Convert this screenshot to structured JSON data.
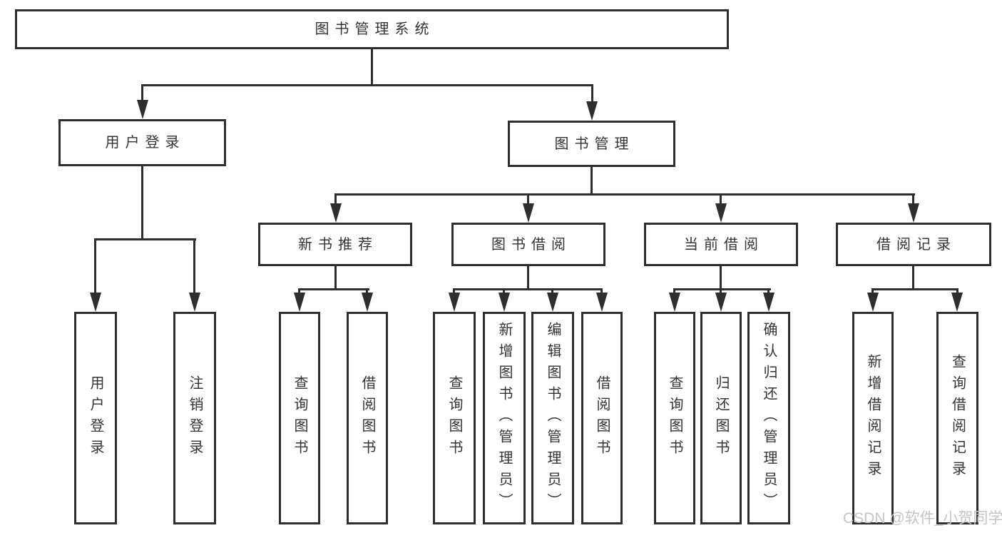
{
  "diagram": {
    "type": "hierarchy-tree",
    "root": {
      "label": "图书管理系统"
    },
    "children": [
      {
        "label": "用户登录",
        "children": [
          {
            "label": "用户登录"
          },
          {
            "label": "注销登录"
          }
        ]
      },
      {
        "label": "图书管理",
        "children": [
          {
            "label": "新书推荐",
            "children": [
              {
                "label": "查询图书"
              },
              {
                "label": "借阅图书"
              }
            ]
          },
          {
            "label": "图书借阅",
            "children": [
              {
                "label": "查询图书"
              },
              {
                "label": "新增图书（管理员）"
              },
              {
                "label": "编辑图书（管理员）"
              },
              {
                "label": "借阅图书"
              }
            ]
          },
          {
            "label": "当前借阅",
            "children": [
              {
                "label": "查询图书"
              },
              {
                "label": "归还图书"
              },
              {
                "label": "确认归还（管理员）"
              }
            ]
          },
          {
            "label": "借阅记录",
            "children": [
              {
                "label": "新增借阅记录"
              },
              {
                "label": "查询借阅记录"
              }
            ]
          }
        ]
      }
    ]
  },
  "watermark": {
    "text": "CSDN @软件_小贺同学"
  },
  "colors": {
    "line": "#2e2e2e",
    "text": "#333333",
    "watermark": "#c5c5c5",
    "background": "#ffffff"
  }
}
